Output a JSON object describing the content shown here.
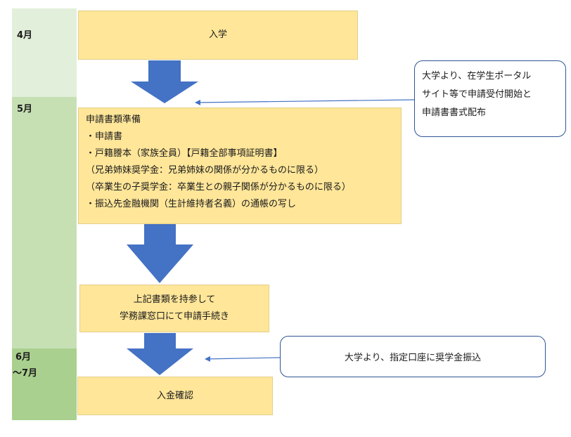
{
  "timeline": {
    "months": [
      {
        "label": "4月"
      },
      {
        "label": "5月"
      },
      {
        "label": "6月",
        "label2": "～7月"
      }
    ]
  },
  "steps": {
    "enrollment": "入学",
    "documents": {
      "title": "申請書類準備",
      "lines": [
        "・申請書",
        "・戸籍謄本（家族全員）【戸籍全部事項証明書】",
        "（兄弟姉妹奨学金：兄弟姉妹の関係が分かるものに限る）",
        "（卒業生の子奨学金：卒業生との親子関係が分かるものに限る）",
        "・振込先金融機関（生計維持者名義）の通帳の写し"
      ]
    },
    "submit": {
      "line1": "上記書類を持参して",
      "line2": "学務課窓口にて申請手続き"
    },
    "payment_confirm": "入金確認"
  },
  "notes": {
    "portal": {
      "line1": "大学より、在学生ポータル",
      "line2": "サイト等で申請受付開始と",
      "line3": "申請書書式配布"
    },
    "transfer": "大学より、指定口座に奨学金振込"
  },
  "colors": {
    "step_fill": "#ffe699",
    "arrow_fill": "#4472c4",
    "april_band": "#e2efda",
    "may_band": "#c6e0b4",
    "june_band": "#a9d08e",
    "callout_border": "#2f5496"
  }
}
